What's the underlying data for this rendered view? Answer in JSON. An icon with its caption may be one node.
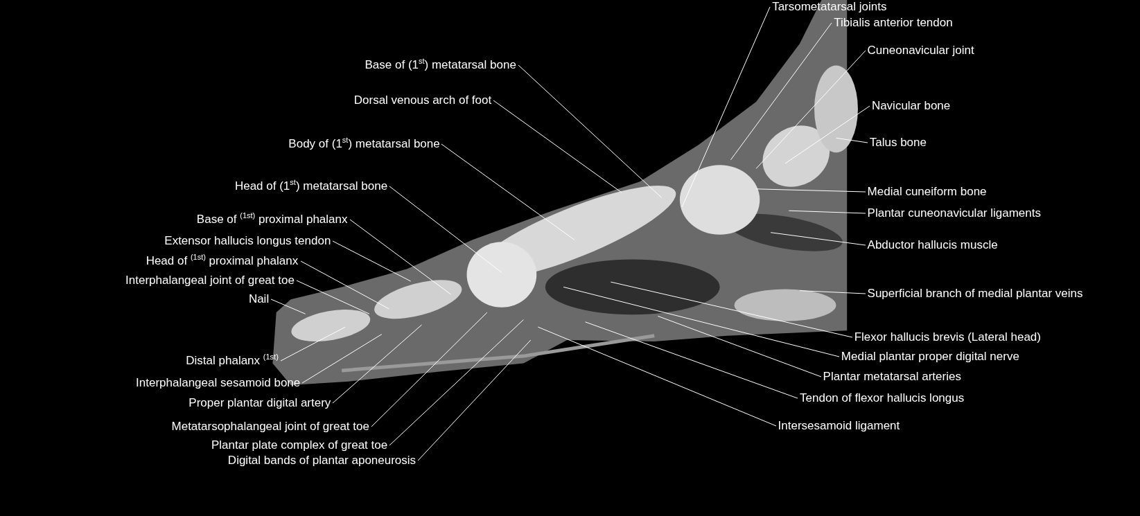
{
  "diagram": {
    "nodes": [
      {
        "text": [
          "Base of (1$^{st}$) metatarsal bone"
        ]
      },
      {
        "text": [
          "Dorsal venous arch of foot"
        ]
      },
      {
        "text": [
          "Body of (1$^{st}$) metatarsal bone"
        ]
      },
      {
        "text": [
          "Head of (1$^{st}$) metatarsal bone"
        ]
      },
      {
        "text": [
          "Base of $^{(1st)}$ proximal phalanx"
        ]
      },
      {
        "text": [
          "Extensor hallucis longus tendon"
        ]
      },
      {
        "text": [
          "Head of $^{(1st)}$ proximal phalanx"
        ]
      },
      {
        "text": [
          "Interphalangeal joint of great toe"
        ]
      },
      {
        "text": [
          "Nail"
        ]
      },
      {
        "text": [
          "Distal phalanx $^{(1st)}$"
        ]
      },
      {
        "text": [
          "Interphalangeal sesamoid bone"
        ]
      },
      {
        "text": [
          "Proper plantar digital artery"
        ]
      },
      {
        "text": [
          "Metatarsophalangeal joint of great toe"
        ]
      },
      {
        "text": [
          "Plantar plate complex of great toe"
        ]
      },
      {
        "text": [
          "Digital bands of plantar aponeurosis"
        ]
      },
      {
        "text": [
          "Tarsometatarsal joints"
        ]
      },
      {
        "text": [
          "Tibialis anterior tendon"
        ]
      },
      {
        "text": [
          "Cuneonavicular joint"
        ]
      },
      {
        "text": [
          "Navicular bone"
        ]
      },
      {
        "text": [
          "Talus bone"
        ]
      },
      {
        "text": [
          "Medial cuneiform bone"
        ]
      },
      {
        "text": [
          "Plantar cuneonavicular ligaments"
        ]
      },
      {
        "text": [
          "Abductor hallucis muscle"
        ]
      },
      {
        "text": [
          "Superficial branch of medial plantar veins"
        ]
      },
      {
        "text": [
          "Flexor hallucis brevis (Lateral head)"
        ]
      },
      {
        "text": [
          "Medial plantar proper digital nerve"
        ]
      },
      {
        "text": [
          "Plantar metatarsal arteries"
        ]
      },
      {
        "text": [
          "Tendon of flexor hallucis longus"
        ]
      },
      {
        "text": [
          "Intersesamoid ligament"
        ]
      }
    ],
    "edges": [
      {
        "from": 0,
        "to": null,
        "arrow": "none"
      },
      {
        "from": 1,
        "to": null,
        "arrow": "none"
      },
      {
        "from": 2,
        "to": null,
        "arrow": "none"
      },
      {
        "from": 3,
        "to": null,
        "arrow": "none"
      },
      {
        "from": 4,
        "to": null,
        "arrow": "none"
      },
      {
        "from": 5,
        "to": null,
        "arrow": "none"
      },
      {
        "from": 6,
        "to": null,
        "arrow": "none"
      },
      {
        "from": 7,
        "to": null,
        "arrow": "none"
      },
      {
        "from": 8,
        "to": null,
        "arrow": "none"
      },
      {
        "from": 9,
        "to": null,
        "arrow": "none"
      },
      {
        "from": 10,
        "to": null,
        "arrow": "none"
      },
      {
        "from": 11,
        "to": null,
        "arrow": "none"
      },
      {
        "from": 12,
        "to": null,
        "arrow": "none"
      },
      {
        "from": 13,
        "to": null,
        "arrow": "none"
      },
      {
        "from": 14,
        "to": null,
        "arrow": "none"
      },
      {
        "from": 15,
        "to": null,
        "arrow": "none"
      },
      {
        "from": 16,
        "to": null,
        "arrow": "none"
      },
      {
        "from": 17,
        "to": null,
        "arrow": "none"
      },
      {
        "from": 18,
        "to": null,
        "arrow": "none"
      },
      {
        "from": 19,
        "to": null,
        "arrow": "none"
      },
      {
        "from": 20,
        "to": null,
        "arrow": "none"
      },
      {
        "from": 21,
        "to": null,
        "arrow": "none"
      },
      {
        "from": 22,
        "to": null,
        "arrow": "none"
      },
      {
        "from": 23,
        "to": null,
        "arrow": "none"
      },
      {
        "from": 24,
        "to": null,
        "arrow": "none"
      },
      {
        "from": 25,
        "to": null,
        "arrow": "none"
      },
      {
        "from": 26,
        "to": null,
        "arrow": "none"
      },
      {
        "from": 27,
        "to": null,
        "arrow": "none"
      },
      {
        "from": 28,
        "to": null,
        "arrow": "none"
      }
    ]
  }
}
